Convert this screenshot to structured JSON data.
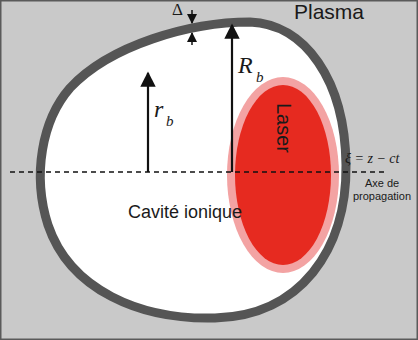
{
  "diagram": {
    "nodes": [
      {
        "text": [
          "Plasma"
        ]
      },
      {
        "text": [
          "Cavité ionique"
        ],
        "in": 0
      },
      {
        "text": [
          "Laser"
        ],
        "in": 1
      }
    ],
    "labels": [
      "Δ",
      "r",
      "b",
      "R",
      "b",
      "ξ = z − ct",
      "Axe de propagation"
    ]
  }
}
